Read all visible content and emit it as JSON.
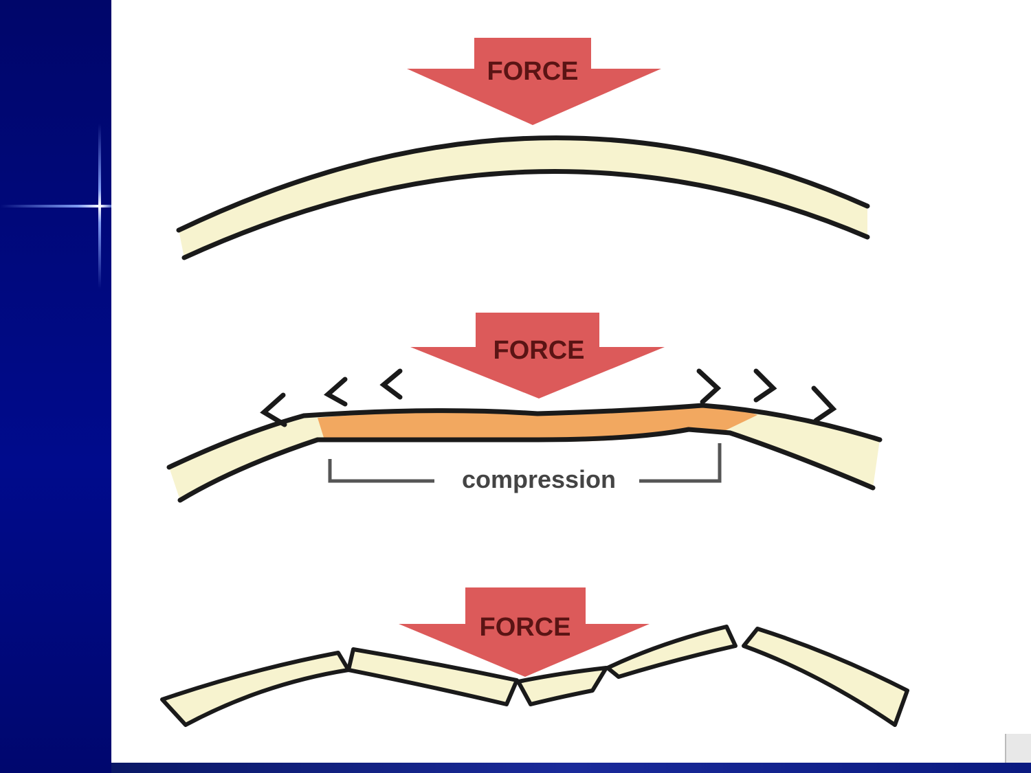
{
  "slide": {
    "background_color": "#000a8a",
    "accent_star_color": "#ffffff"
  },
  "diagram": {
    "panels": [
      {
        "arrow_label": "FORCE",
        "description": ""
      },
      {
        "arrow_label": "FORCE",
        "bracket_label": "compression"
      },
      {
        "arrow_label": "FORCE"
      }
    ],
    "colors": {
      "arrow_fill": "#dc5a5a",
      "arrow_text": "#5a1414",
      "bone_fill": "#f7f3cf",
      "bone_outline": "#1a1a1a",
      "compression_fill": "#f2a860",
      "bracket": "#555555"
    }
  }
}
